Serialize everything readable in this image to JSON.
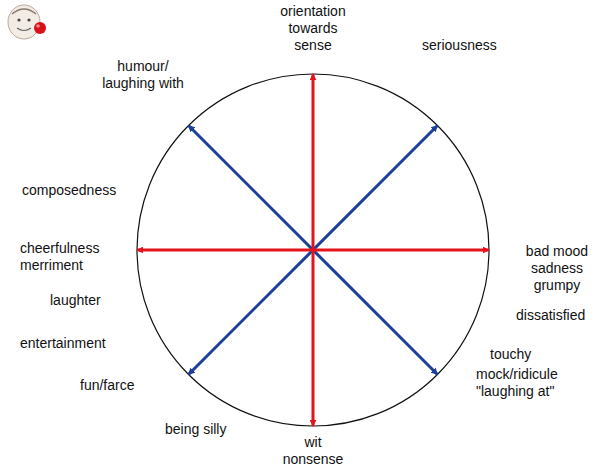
{
  "diagram": {
    "labels": [
      "orientation towards sense",
      "humour/ laughing with",
      "seriousness",
      "composedness",
      "cheerfulness merriment",
      "bad mood sadness grumpy",
      "laughter",
      "dissatisfied",
      "entertainment",
      "touchy",
      "fun/farce",
      "mock/ridicule \"laughing at\"",
      "being silly",
      "wit nonsense"
    ]
  }
}
